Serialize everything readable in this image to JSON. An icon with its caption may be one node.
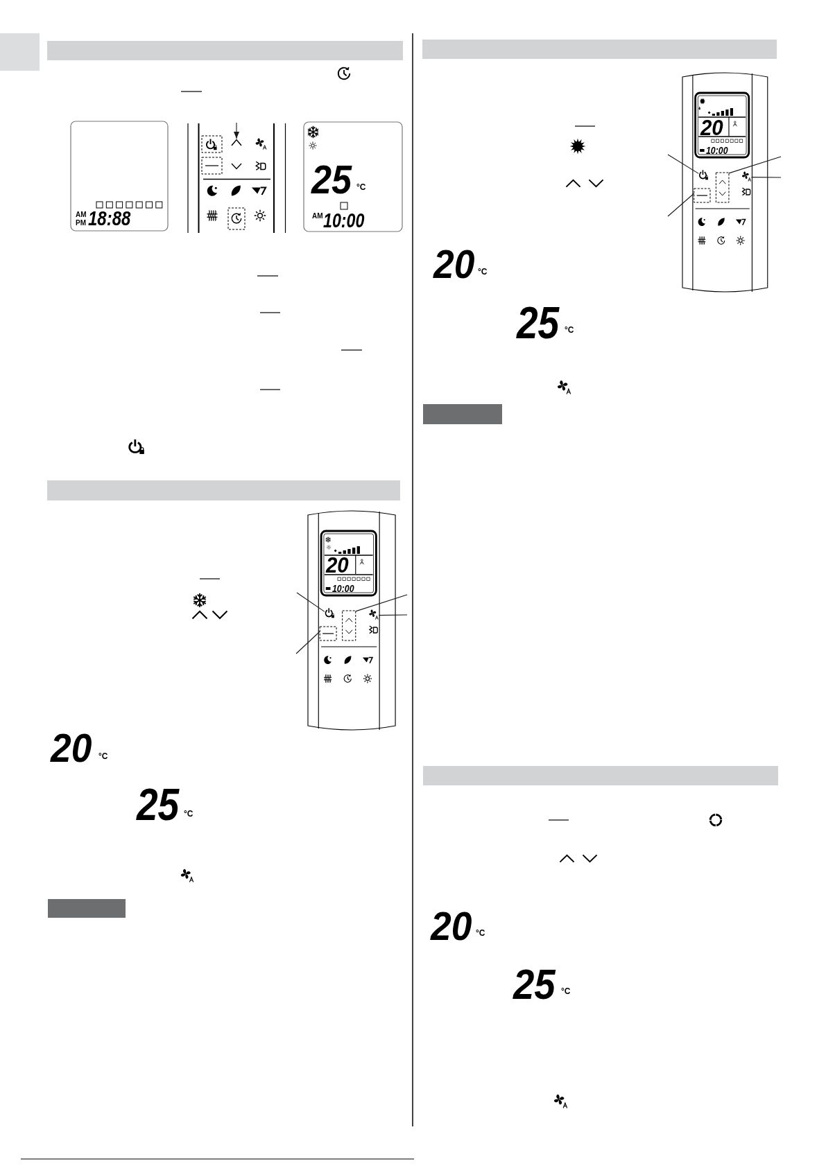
{
  "diagram": {
    "nodes": [
      {
        "text": [],
        "shape": "picture"
      },
      {
        "text": [],
        "shape": "picture"
      },
      {
        "text": [],
        "shape": "box"
      },
      {
        "text": [],
        "shape": "picture"
      },
      {
        "text": [],
        "shape": "box"
      },
      {
        "text": [],
        "shape": "bar"
      },
      {
        "text": [],
        "shape": "picture"
      },
      {
        "text": [],
        "shape": "box"
      },
      {
        "text": [],
        "shape": "picture"
      },
      {
        "text": [],
        "shape": "box"
      },
      {
        "text": [],
        "shape": "bar"
      }
    ],
    "edges": [
      {
        "from": null,
        "to": 0,
        "arrow": "to"
      },
      {
        "from": null,
        "to": 1,
        "arrow": "none"
      },
      {
        "from": null,
        "to": 2,
        "arrow": "none"
      },
      {
        "from": null,
        "to": 3,
        "arrow": "none"
      },
      {
        "from": null,
        "to": 4,
        "arrow": "none"
      },
      {
        "from": null,
        "to": 6,
        "arrow": "none"
      },
      {
        "from": null,
        "to": 7,
        "arrow": "none"
      },
      {
        "from": null,
        "to": 8,
        "arrow": "none"
      },
      {
        "from": null,
        "to": 9,
        "arrow": "none"
      }
    ],
    "labels": [
      "AM",
      "PM",
      "18:88",
      "25",
      "°C",
      "AM",
      "10:00",
      "20",
      "10:00",
      "20",
      "°C",
      "25",
      "°C",
      "20",
      "10:00",
      "20",
      "°C",
      "25",
      "°C",
      "20",
      "°C",
      "25",
      "°C"
    ]
  }
}
